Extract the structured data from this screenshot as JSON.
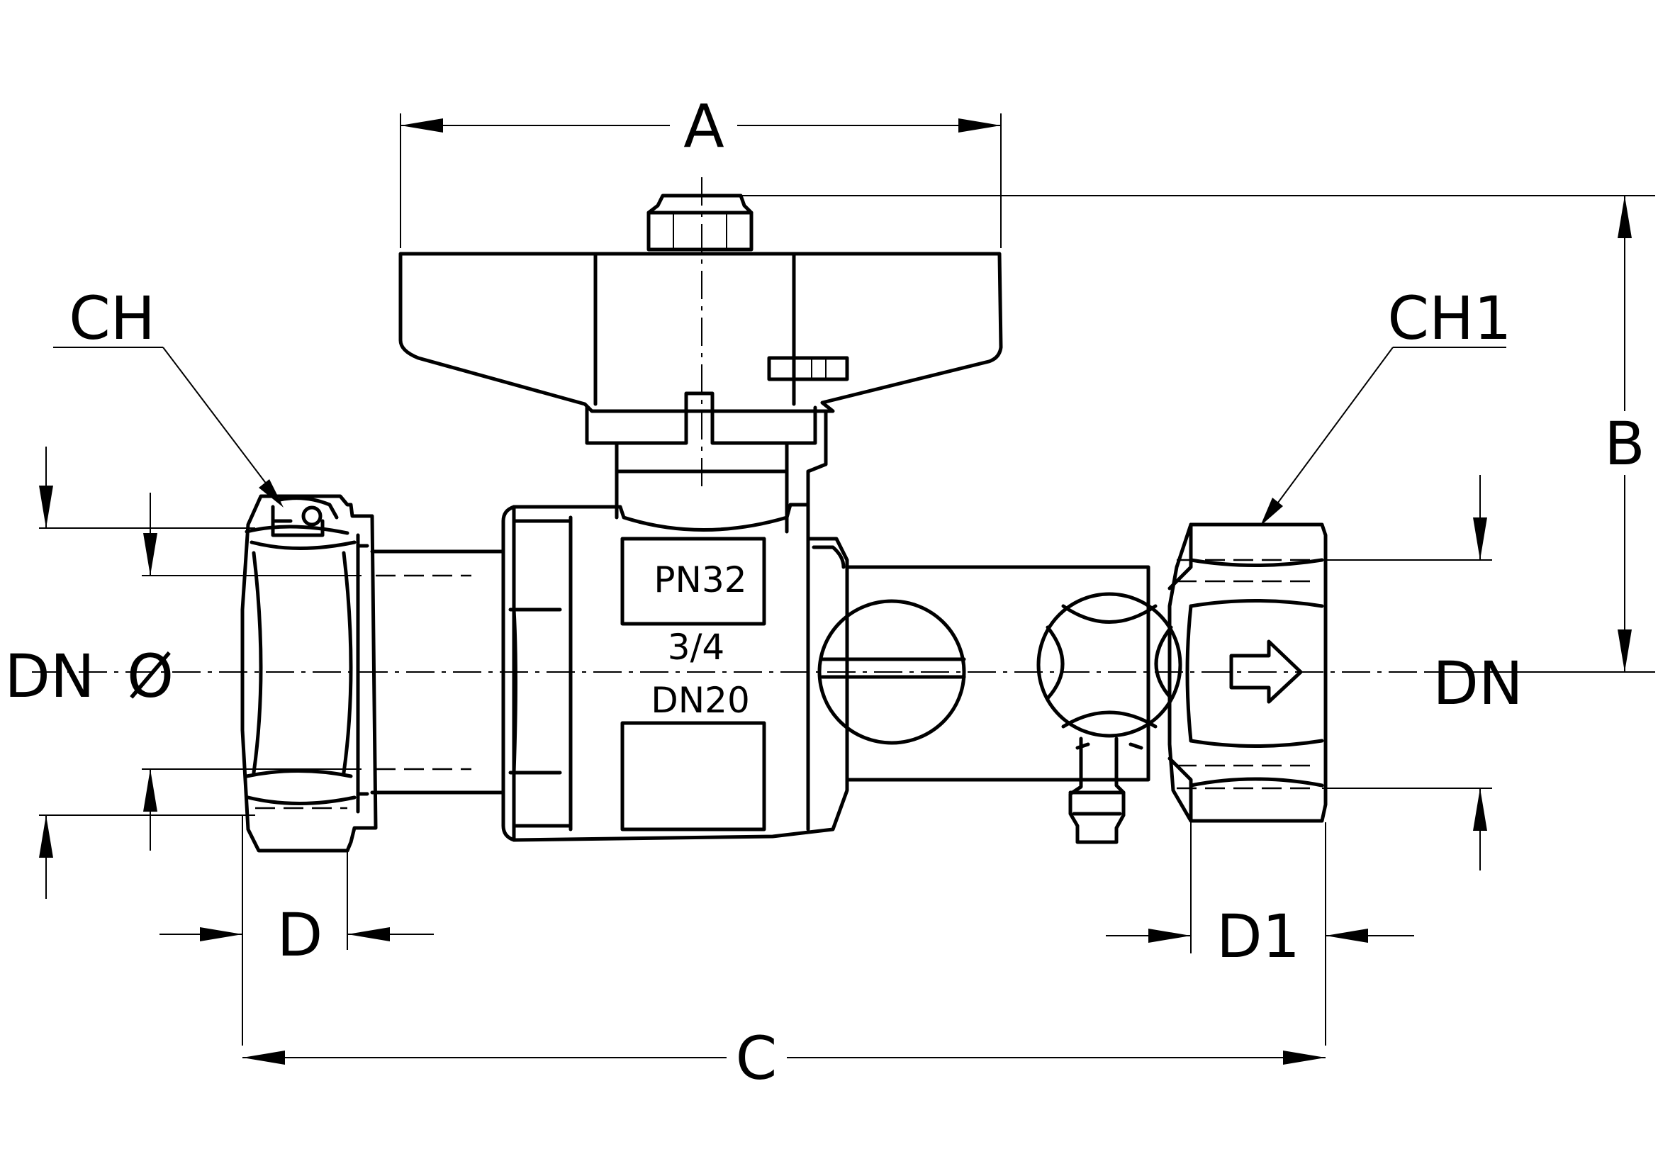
{
  "dimensions": {
    "A": "A",
    "B": "B",
    "C": "C",
    "D": "D",
    "D1": "D1",
    "CH": "CH",
    "CH1": "CH1",
    "DN_left": "DN",
    "DN_right": "DN",
    "diameter": "Ø"
  },
  "body_marks": {
    "pressure": "PN32",
    "size": "3/4",
    "nominal": "DN20"
  }
}
